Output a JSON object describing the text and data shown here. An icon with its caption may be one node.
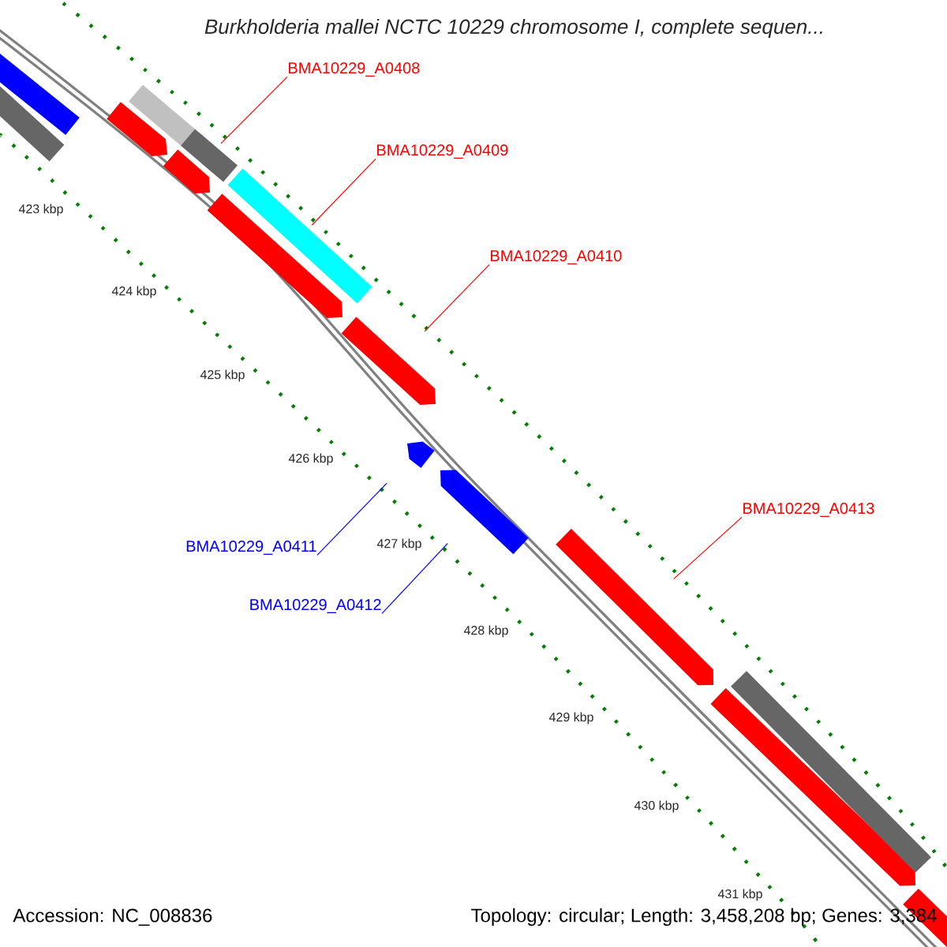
{
  "diagram": {
    "title": "Burkholderia mallei NCTC 10229 chromosome I, complete sequen...",
    "nodes": [
      {
        "text": [
          "BMA10229_A0408"
        ]
      },
      {
        "text": [
          "BMA10229_A0409"
        ]
      },
      {
        "text": [
          "BMA10229_A0410"
        ]
      },
      {
        "text": [
          "BMA10229_A0411"
        ]
      },
      {
        "text": [
          "BMA10229_A0412"
        ]
      },
      {
        "text": [
          "BMA10229_A0413"
        ]
      },
      {
        "text": [],
        "shape": "bar"
      },
      {
        "text": [],
        "shape": "bar"
      },
      {
        "text": [],
        "shape": "pentagon"
      },
      {
        "text": [],
        "shape": "bar"
      },
      {
        "text": [],
        "shape": "pentagon"
      },
      {
        "text": [],
        "shape": "bar"
      },
      {
        "text": [],
        "shape": "pentagon"
      },
      {
        "text": [],
        "shape": "bar"
      },
      {
        "text": [],
        "shape": "pentagon"
      },
      {
        "text": [],
        "shape": "pentagon"
      },
      {
        "text": [],
        "shape": "pentagon"
      },
      {
        "text": [],
        "shape": "pentagon"
      },
      {
        "text": [],
        "shape": "pentagon"
      },
      {
        "text": [],
        "shape": "bar"
      },
      {
        "text": [],
        "shape": "pentagon"
      }
    ],
    "edges": [
      {
        "from": 0,
        "to": 11,
        "arrow": "none"
      },
      {
        "from": 1,
        "to": 12,
        "arrow": "none"
      },
      {
        "from": 2,
        "to": 14,
        "arrow": "none"
      },
      {
        "from": 3,
        "to": 15,
        "arrow": "none",
        "color": "#0000ff"
      },
      {
        "from": 4,
        "to": 16,
        "arrow": "none",
        "color": "#0000ff"
      },
      {
        "from": 5,
        "to": 17,
        "arrow": "none"
      }
    ],
    "labels": [
      "423 kbp",
      "424 kbp",
      "425 kbp",
      "426 kbp",
      "427 kbp",
      "428 kbp",
      "429 kbp",
      "430 kbp",
      "431 kbp",
      "Accession: NC_008836",
      "Topology: circular; Length: 3,458,208 bp; Genes: 3,384"
    ]
  }
}
